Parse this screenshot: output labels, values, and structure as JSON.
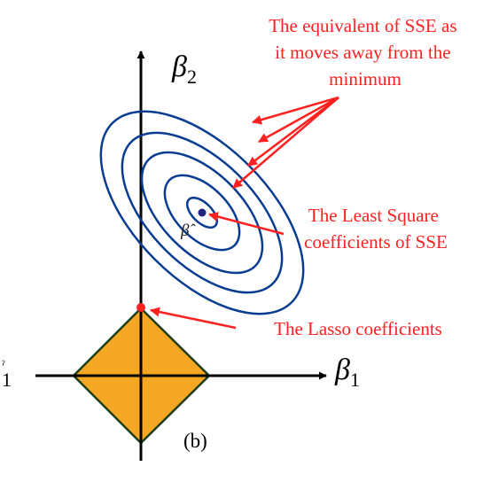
{
  "colors": {
    "annotation": "#ff2020",
    "contour": "#0a3d91",
    "lasso_fill": "#f5a623",
    "lasso_edge": "#1e3d14",
    "axis": "#000000",
    "center_dot": "#1a237e",
    "lasso_point": "#ff2020"
  },
  "axes": {
    "x_label_symbol": "β",
    "x_label_sub": "1",
    "y_label_symbol": "β",
    "y_label_sub": "2",
    "left_edge_sub": "1"
  },
  "center_label": "β̂",
  "panel_label": "(b)",
  "annotations": {
    "sse_contours": {
      "lines": [
        "The equivalent of SSE as",
        "it moves away from the",
        "minimum"
      ]
    },
    "least_square": {
      "lines": [
        "The Least Square",
        "coefficients of SSE"
      ]
    },
    "lasso": {
      "lines": [
        "The Lasso coefficients"
      ]
    }
  }
}
